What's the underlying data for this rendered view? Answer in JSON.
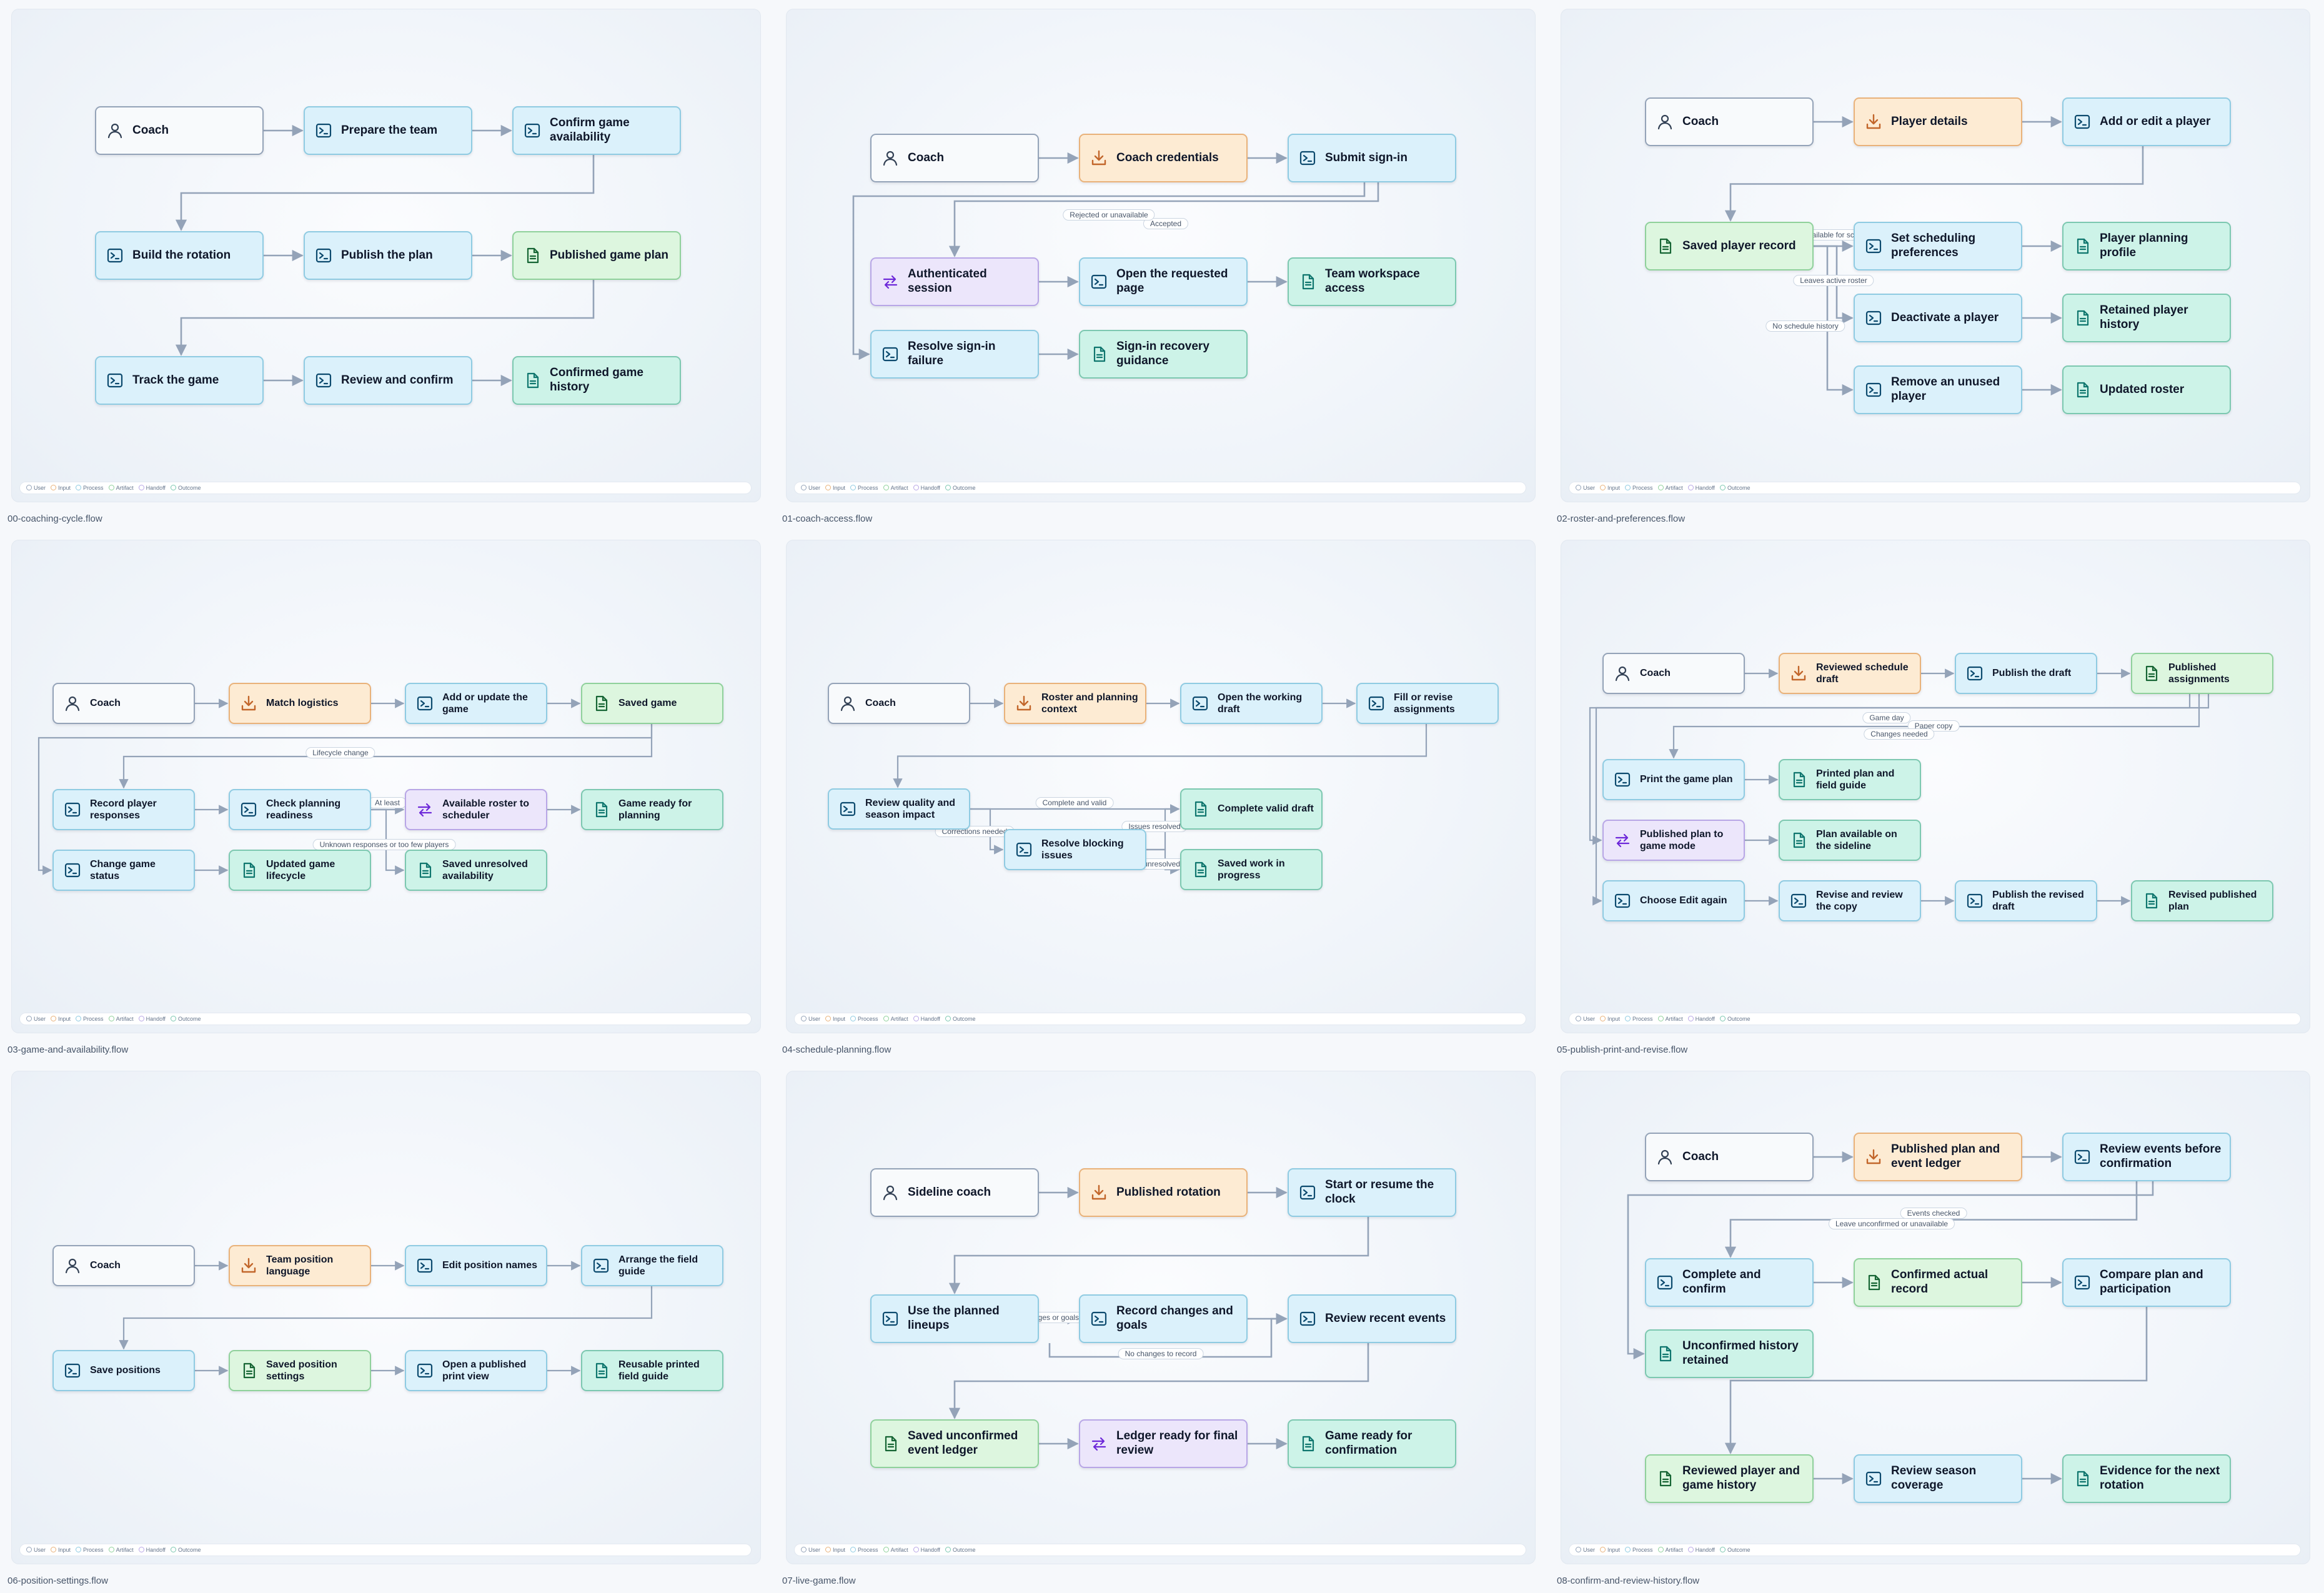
{
  "legend": [
    {
      "label": "User",
      "color": "#94a3b8"
    },
    {
      "label": "Input",
      "color": "#e9b27a"
    },
    {
      "label": "Process",
      "color": "#8fcbe2"
    },
    {
      "label": "Artifact",
      "color": "#8fd19b"
    },
    {
      "label": "Handoff",
      "color": "#b8a6e6"
    },
    {
      "label": "Outcome",
      "color": "#7cc8b0"
    }
  ],
  "diagrams": [
    {
      "caption": "00-coaching-cycle.flow",
      "nodes": [
        {
          "id": "coach",
          "label": "Coach",
          "kind": "user"
        },
        {
          "id": "prep",
          "label": "Prepare the team",
          "kind": "process"
        },
        {
          "id": "confirm",
          "label": "Confirm game availability",
          "kind": "process"
        },
        {
          "id": "build",
          "label": "Build the rotation",
          "kind": "process"
        },
        {
          "id": "publish",
          "label": "Publish the plan",
          "kind": "process"
        },
        {
          "id": "pubplan",
          "label": "Published game plan",
          "kind": "artifact"
        },
        {
          "id": "track",
          "label": "Track the game",
          "kind": "process"
        },
        {
          "id": "review",
          "label": "Review and confirm",
          "kind": "process"
        },
        {
          "id": "history",
          "label": "Confirmed game history",
          "kind": "outcome"
        }
      ],
      "edges": [
        {
          "from": "coach",
          "to": "prep"
        },
        {
          "from": "prep",
          "to": "confirm"
        },
        {
          "from": "confirm",
          "to": "build"
        },
        {
          "from": "build",
          "to": "publish"
        },
        {
          "from": "publish",
          "to": "pubplan"
        },
        {
          "from": "pubplan",
          "to": "track"
        },
        {
          "from": "track",
          "to": "review"
        },
        {
          "from": "review",
          "to": "history"
        }
      ]
    },
    {
      "caption": "01-coach-access.flow",
      "nodes": [
        {
          "id": "coach",
          "label": "Coach",
          "kind": "user"
        },
        {
          "id": "cred",
          "label": "Coach credentials",
          "kind": "input"
        },
        {
          "id": "submit",
          "label": "Submit sign-in",
          "kind": "process"
        },
        {
          "id": "auth",
          "label": "Authenticated session",
          "kind": "handoff"
        },
        {
          "id": "open",
          "label": "Open the requested page",
          "kind": "process"
        },
        {
          "id": "team",
          "label": "Team workspace access",
          "kind": "outcome"
        },
        {
          "id": "resolve",
          "label": "Resolve sign-in failure",
          "kind": "process"
        },
        {
          "id": "guide",
          "label": "Sign-in recovery guidance",
          "kind": "outcome"
        }
      ],
      "edges": [
        {
          "from": "coach",
          "to": "cred"
        },
        {
          "from": "cred",
          "to": "submit"
        },
        {
          "from": "submit",
          "to": "auth",
          "label": "Accepted"
        },
        {
          "from": "submit",
          "to": "resolve",
          "label": "Rejected or unavailable"
        },
        {
          "from": "auth",
          "to": "open"
        },
        {
          "from": "open",
          "to": "team"
        },
        {
          "from": "resolve",
          "to": "guide"
        }
      ]
    },
    {
      "caption": "02-roster-and-preferences.flow",
      "nodes": [
        {
          "id": "coach",
          "label": "Coach",
          "kind": "user"
        },
        {
          "id": "details",
          "label": "Player details",
          "kind": "input"
        },
        {
          "id": "add",
          "label": "Add or edit a player",
          "kind": "process"
        },
        {
          "id": "saved",
          "label": "Saved player record",
          "kind": "artifact"
        },
        {
          "id": "sched",
          "label": "Set scheduling preferences",
          "kind": "process"
        },
        {
          "id": "profile",
          "label": "Player planning profile",
          "kind": "outcome"
        },
        {
          "id": "deact",
          "label": "Deactivate a player",
          "kind": "process"
        },
        {
          "id": "retained",
          "label": "Retained player history",
          "kind": "outcome"
        },
        {
          "id": "remove",
          "label": "Remove an unused player",
          "kind": "process"
        },
        {
          "id": "updated",
          "label": "Updated roster",
          "kind": "outcome"
        }
      ],
      "edges": [
        {
          "from": "coach",
          "to": "details"
        },
        {
          "from": "details",
          "to": "add"
        },
        {
          "from": "add",
          "to": "saved"
        },
        {
          "from": "saved",
          "to": "sched",
          "label": "Available for scheduling"
        },
        {
          "from": "saved",
          "to": "deact",
          "label": "Leaves active roster"
        },
        {
          "from": "saved",
          "to": "remove",
          "label": "No schedule history"
        },
        {
          "from": "sched",
          "to": "profile"
        },
        {
          "from": "deact",
          "to": "retained"
        },
        {
          "from": "remove",
          "to": "updated"
        }
      ]
    },
    {
      "caption": "03-game-and-availability.flow",
      "nodes": [
        {
          "id": "coach",
          "label": "Coach",
          "kind": "user"
        },
        {
          "id": "logi",
          "label": "Match logistics",
          "kind": "input"
        },
        {
          "id": "addg",
          "label": "Add or update the game",
          "kind": "process"
        },
        {
          "id": "saved",
          "label": "Saved game",
          "kind": "artifact"
        },
        {
          "id": "record",
          "label": "Record player responses",
          "kind": "process"
        },
        {
          "id": "check",
          "label": "Check planning readiness",
          "kind": "process"
        },
        {
          "id": "avail",
          "label": "Available roster to scheduler",
          "kind": "handoff"
        },
        {
          "id": "ready",
          "label": "Game ready for planning",
          "kind": "outcome"
        },
        {
          "id": "status",
          "label": "Change game status",
          "kind": "process"
        },
        {
          "id": "life",
          "label": "Updated game lifecycle",
          "kind": "outcome"
        },
        {
          "id": "unres",
          "label": "Saved unresolved availability",
          "kind": "outcome"
        }
      ],
      "edges": [
        {
          "from": "coach",
          "to": "logi"
        },
        {
          "from": "logi",
          "to": "addg"
        },
        {
          "from": "addg",
          "to": "saved"
        },
        {
          "from": "saved",
          "to": "record"
        },
        {
          "from": "saved",
          "to": "status",
          "label": "Lifecycle change"
        },
        {
          "from": "record",
          "to": "check"
        },
        {
          "from": "check",
          "to": "avail",
          "label": "At least"
        },
        {
          "from": "check",
          "to": "unres",
          "label": "Unknown responses or too few players"
        },
        {
          "from": "avail",
          "to": "ready"
        },
        {
          "from": "status",
          "to": "life"
        }
      ]
    },
    {
      "caption": "04-schedule-planning.flow",
      "nodes": [
        {
          "id": "coach",
          "label": "Coach",
          "kind": "user"
        },
        {
          "id": "ctx",
          "label": "Roster and planning context",
          "kind": "input"
        },
        {
          "id": "open",
          "label": "Open the working draft",
          "kind": "process"
        },
        {
          "id": "fill",
          "label": "Fill or revise assignments",
          "kind": "process"
        },
        {
          "id": "rq",
          "label": "Review quality and season impact",
          "kind": "process"
        },
        {
          "id": "valid",
          "label": "Complete valid draft",
          "kind": "outcome"
        },
        {
          "id": "resolve",
          "label": "Resolve blocking issues",
          "kind": "process"
        },
        {
          "id": "wip",
          "label": "Saved work in progress",
          "kind": "outcome"
        }
      ],
      "edges": [
        {
          "from": "coach",
          "to": "ctx"
        },
        {
          "from": "ctx",
          "to": "open"
        },
        {
          "from": "open",
          "to": "fill"
        },
        {
          "from": "fill",
          "to": "rq"
        },
        {
          "from": "rq",
          "to": "valid",
          "label": "Complete and valid"
        },
        {
          "from": "rq",
          "to": "resolve",
          "label": "Corrections needed"
        },
        {
          "from": "resolve",
          "to": "valid",
          "label": "Issues resolved"
        },
        {
          "from": "resolve",
          "to": "wip",
          "label": "Left unresolved"
        }
      ]
    },
    {
      "caption": "05-publish-print-and-revise.flow",
      "nodes": [
        {
          "id": "coach",
          "label": "Coach",
          "kind": "user"
        },
        {
          "id": "rsd",
          "label": "Reviewed schedule draft",
          "kind": "input"
        },
        {
          "id": "pub",
          "label": "Publish the draft",
          "kind": "process"
        },
        {
          "id": "pa",
          "label": "Published assignments",
          "kind": "artifact"
        },
        {
          "id": "print",
          "label": "Print the game plan",
          "kind": "process"
        },
        {
          "id": "pfg",
          "label": "Printed plan and field guide",
          "kind": "outcome"
        },
        {
          "id": "pgm",
          "label": "Published plan to game mode",
          "kind": "handoff"
        },
        {
          "id": "side",
          "label": "Plan available on the sideline",
          "kind": "outcome"
        },
        {
          "id": "edit",
          "label": "Choose Edit again",
          "kind": "process"
        },
        {
          "id": "revise",
          "label": "Revise and review the copy",
          "kind": "process"
        },
        {
          "id": "prd",
          "label": "Publish the revised draft",
          "kind": "process"
        },
        {
          "id": "rpp",
          "label": "Revised published plan",
          "kind": "outcome"
        }
      ],
      "edges": [
        {
          "from": "coach",
          "to": "rsd"
        },
        {
          "from": "rsd",
          "to": "pub"
        },
        {
          "from": "pub",
          "to": "pa"
        },
        {
          "from": "pa",
          "to": "print",
          "label": "Paper copy"
        },
        {
          "from": "pa",
          "to": "pgm",
          "label": "Game day"
        },
        {
          "from": "pa",
          "to": "edit",
          "label": "Changes needed"
        },
        {
          "from": "print",
          "to": "pfg"
        },
        {
          "from": "pgm",
          "to": "side"
        },
        {
          "from": "edit",
          "to": "revise"
        },
        {
          "from": "revise",
          "to": "prd"
        },
        {
          "from": "prd",
          "to": "rpp"
        }
      ]
    },
    {
      "caption": "06-position-settings.flow",
      "nodes": [
        {
          "id": "coach",
          "label": "Coach",
          "kind": "user"
        },
        {
          "id": "lang",
          "label": "Team position language",
          "kind": "input"
        },
        {
          "id": "edit",
          "label": "Edit position names",
          "kind": "process"
        },
        {
          "id": "arr",
          "label": "Arrange the field guide",
          "kind": "process"
        },
        {
          "id": "save",
          "label": "Save positions",
          "kind": "process"
        },
        {
          "id": "sps",
          "label": "Saved position settings",
          "kind": "artifact"
        },
        {
          "id": "open",
          "label": "Open a published print view",
          "kind": "process"
        },
        {
          "id": "reuse",
          "label": "Reusable printed field guide",
          "kind": "outcome"
        }
      ],
      "edges": [
        {
          "from": "coach",
          "to": "lang"
        },
        {
          "from": "lang",
          "to": "edit"
        },
        {
          "from": "edit",
          "to": "arr"
        },
        {
          "from": "arr",
          "to": "save"
        },
        {
          "from": "save",
          "to": "sps"
        },
        {
          "from": "sps",
          "to": "open"
        },
        {
          "from": "open",
          "to": "reuse"
        }
      ]
    },
    {
      "caption": "07-live-game.flow",
      "nodes": [
        {
          "id": "coach",
          "label": "Sideline coach",
          "kind": "user"
        },
        {
          "id": "rot",
          "label": "Published rotation",
          "kind": "input"
        },
        {
          "id": "start",
          "label": "Start or resume the clock",
          "kind": "process"
        },
        {
          "id": "use",
          "label": "Use the planned lineups",
          "kind": "process"
        },
        {
          "id": "rec",
          "label": "Record changes and goals",
          "kind": "process"
        },
        {
          "id": "rev",
          "label": "Review recent events",
          "kind": "process"
        },
        {
          "id": "sue",
          "label": "Saved unconfirmed event ledger",
          "kind": "artifact"
        },
        {
          "id": "ledger",
          "label": "Ledger ready for final review",
          "kind": "handoff"
        },
        {
          "id": "gr",
          "label": "Game ready for confirmation",
          "kind": "outcome"
        }
      ],
      "edges": [
        {
          "from": "coach",
          "to": "rot"
        },
        {
          "from": "rot",
          "to": "start"
        },
        {
          "from": "start",
          "to": "use"
        },
        {
          "from": "use",
          "to": "rec",
          "label": "Changes or goals"
        },
        {
          "from": "use",
          "to": "rev",
          "label": "No changes to record"
        },
        {
          "from": "rec",
          "to": "rev"
        },
        {
          "from": "rev",
          "to": "sue"
        },
        {
          "from": "sue",
          "to": "ledger"
        },
        {
          "from": "ledger",
          "to": "gr"
        }
      ]
    },
    {
      "caption": "08-confirm-and-review-history.flow",
      "nodes": [
        {
          "id": "coach",
          "label": "Coach",
          "kind": "user"
        },
        {
          "id": "ppe",
          "label": "Published plan and event ledger",
          "kind": "input"
        },
        {
          "id": "rbc",
          "label": "Review events before confirmation",
          "kind": "process"
        },
        {
          "id": "cc",
          "label": "Complete and confirm",
          "kind": "process"
        },
        {
          "id": "car",
          "label": "Confirmed actual record",
          "kind": "artifact"
        },
        {
          "id": "cpp",
          "label": "Compare plan and participation",
          "kind": "process"
        },
        {
          "id": "uhr",
          "label": "Unconfirmed history retained",
          "kind": "outcome"
        },
        {
          "id": "rpg",
          "label": "Reviewed player and game history",
          "kind": "artifact"
        },
        {
          "id": "rsc",
          "label": "Review season coverage",
          "kind": "process"
        },
        {
          "id": "evid",
          "label": "Evidence for the next rotation",
          "kind": "outcome"
        }
      ],
      "edges": [
        {
          "from": "coach",
          "to": "ppe"
        },
        {
          "from": "ppe",
          "to": "rbc"
        },
        {
          "from": "rbc",
          "to": "cc",
          "label": "Events checked"
        },
        {
          "from": "rbc",
          "to": "uhr",
          "label": "Leave unconfirmed or unavailable"
        },
        {
          "from": "cc",
          "to": "car"
        },
        {
          "from": "car",
          "to": "cpp"
        },
        {
          "from": "cpp",
          "to": "rpg"
        },
        {
          "from": "rpg",
          "to": "rsc"
        },
        {
          "from": "rsc",
          "to": "evid"
        }
      ]
    }
  ]
}
